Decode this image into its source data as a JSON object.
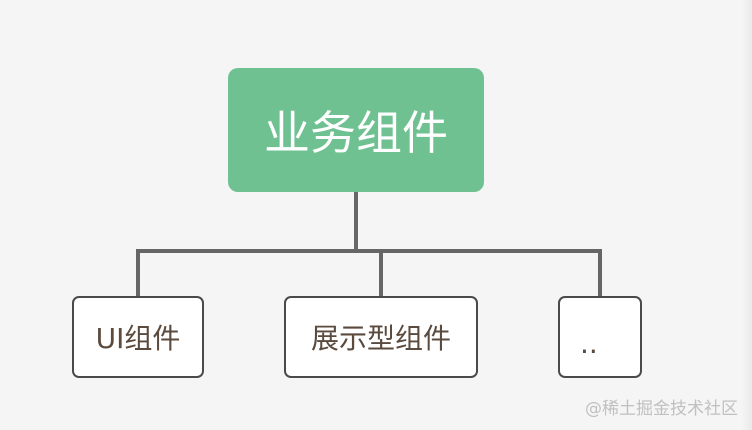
{
  "diagram": {
    "root": {
      "label": "业务组件",
      "color": "#6fc192"
    },
    "children": [
      {
        "label": "UI组件"
      },
      {
        "label": "展示型组件"
      },
      {
        "label": ".."
      }
    ],
    "line_color": "#666666"
  },
  "watermark": "@稀土掘金技术社区"
}
